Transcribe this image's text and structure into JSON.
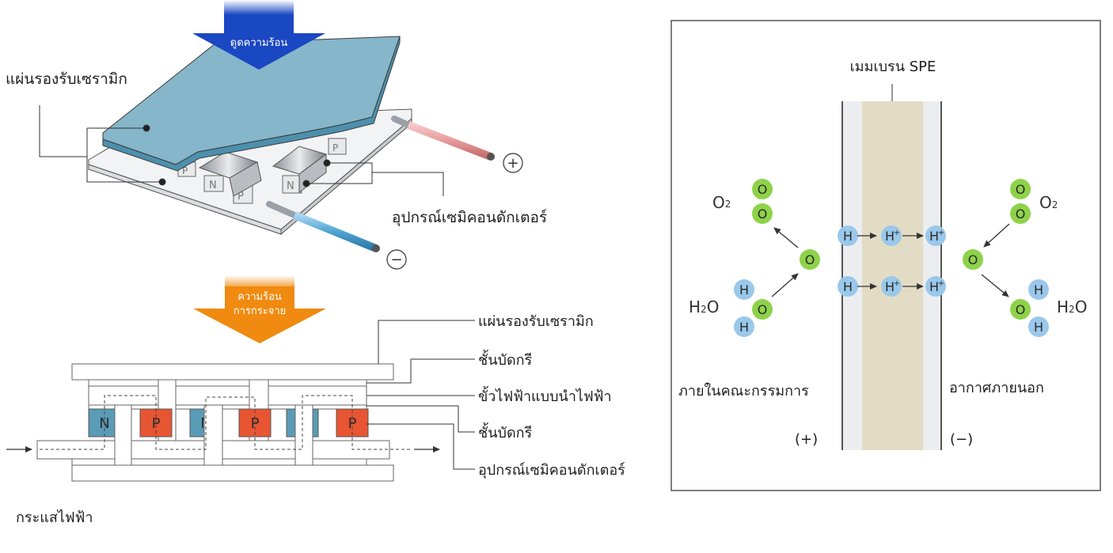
{
  "colors": {
    "cold_arrow": "#1a47c2",
    "hot_arrow": "#f08a10",
    "ceramic_plate": "#86b6ca",
    "ceramic_edge": "#4c90ad",
    "n_type": "#5a9bb6",
    "p_type": "#e85533",
    "wire_positive": "#e79a9a",
    "wire_negative": "#4fa3d2",
    "oxygen_atom": "#8ed24a",
    "hydrogen_atom": "#9ac8ea",
    "membrane_core": "#e2dcc4",
    "membrane_side": "#ebedf0"
  },
  "peltier_3d": {
    "cold_arrow_label": "ดูดความร้อน",
    "ceramic_label": "แผ่นรองรับเซรามิก",
    "semiconductor_label": "อุปกรณ์เซมิคอนดักเตอร์",
    "positive_terminal": "+",
    "negative_terminal": "−",
    "element_letters": [
      "P",
      "N",
      "P",
      "N",
      "P"
    ]
  },
  "cross_section": {
    "hot_arrow_label_line1": "ความร้อน",
    "hot_arrow_label_line2": "การกระจาย",
    "elements": [
      "N",
      "P",
      "N",
      "P",
      "N",
      "P"
    ],
    "callouts": [
      "แผ่นรองรับเซรามิก",
      "ชั้นบัดกรี",
      "ขั้วไฟฟ้าแบบนำไฟฟ้า",
      "ชั้นบัดกรี",
      "อุปกรณ์เซมิคอนดักเตอร์"
    ],
    "current_label": "กระแสไฟฟ้า"
  },
  "spe_panel": {
    "membrane_label": "เมมเบรน SPE",
    "left": {
      "o2_formula": "O",
      "o2_sub": "2",
      "h2o_formula_h": "H",
      "h2o_sub": "2",
      "h2o_formula_o": "O",
      "region_label": "ภายในคณะกรรมการ",
      "polarity": "(+)"
    },
    "right": {
      "o2_formula": "O",
      "o2_sub": "2",
      "h2o_formula_h": "H",
      "h2o_sub": "2",
      "h2o_formula_o": "O",
      "region_label": "อากาศภายนอก",
      "polarity": "(−)"
    },
    "atoms": {
      "oxygen": "O",
      "hydrogen": "H",
      "proton": "H",
      "proton_charge": "+"
    }
  }
}
